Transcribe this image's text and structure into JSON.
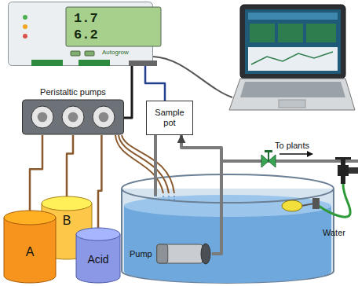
{
  "diagram": {
    "nodes": [
      {
        "text": [
          "1.7",
          "6.2"
        ]
      },
      {
        "text": [
          "Peristaltic pumps"
        ]
      },
      {
        "text": [
          "Sample pot"
        ]
      },
      {
        "text": [
          "A"
        ]
      },
      {
        "text": [
          "B"
        ]
      },
      {
        "text": [
          "Acid"
        ]
      },
      {
        "text": [
          "Pump"
        ]
      }
    ],
    "edges": [
      {
        "from": 0,
        "to": 1,
        "arrow": "none"
      },
      {
        "from": 0,
        "to": 2,
        "arrow": "none"
      },
      {
        "from": 3,
        "to": 1,
        "arrow": "none"
      },
      {
        "from": 4,
        "to": 1,
        "arrow": "none"
      },
      {
        "from": 5,
        "to": 1,
        "arrow": "none"
      },
      {
        "from": 6,
        "to": 2,
        "arrow": "to"
      }
    ],
    "labels": [
      "Autogrow",
      "To plants",
      "Water"
    ]
  }
}
